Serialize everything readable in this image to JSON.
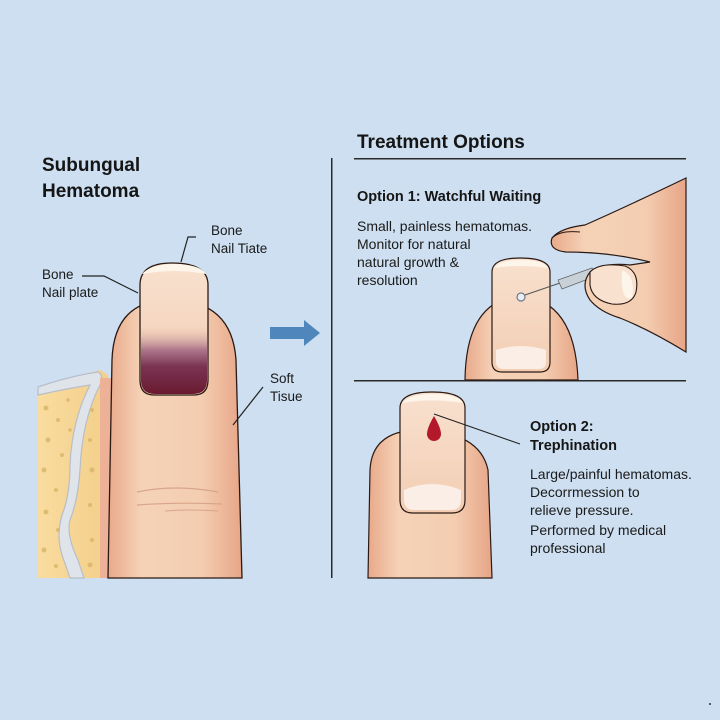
{
  "diagram": {
    "title_lines": [
      "Subungual",
      "Hematoma"
    ],
    "labels": {
      "top_label": [
        "Bone",
        "Nail Tiate"
      ],
      "left_label": [
        "Bone",
        "Nail plate"
      ],
      "right_label": [
        "Soft",
        "Tisue"
      ]
    },
    "arrow": {
      "icon": "right-arrow-icon",
      "color": "#4f86bb"
    }
  },
  "treatment": {
    "heading": "Treatment Options",
    "options": [
      {
        "title": "Option 1: Watchful Waiting",
        "description_lines": [
          "Small, painless hematomas.",
          "Monitor for natural",
          "natural growth &",
          "resolution"
        ]
      },
      {
        "title_lines": [
          "Option 2:",
          "Trephination"
        ],
        "description_lines": [
          "Large/painful hematomas.",
          "Decorrmession to",
          "relieve pressure."
        ],
        "note_lines": [
          "Performed by medical",
          "professional"
        ]
      }
    ]
  },
  "colors": {
    "background": "#cddff0",
    "skin": "#f4cfb2",
    "hematoma": "#6e1e35",
    "blood_drop": "#b3192a",
    "bone": "#f7d89a",
    "arrow": "#4f86bb"
  }
}
